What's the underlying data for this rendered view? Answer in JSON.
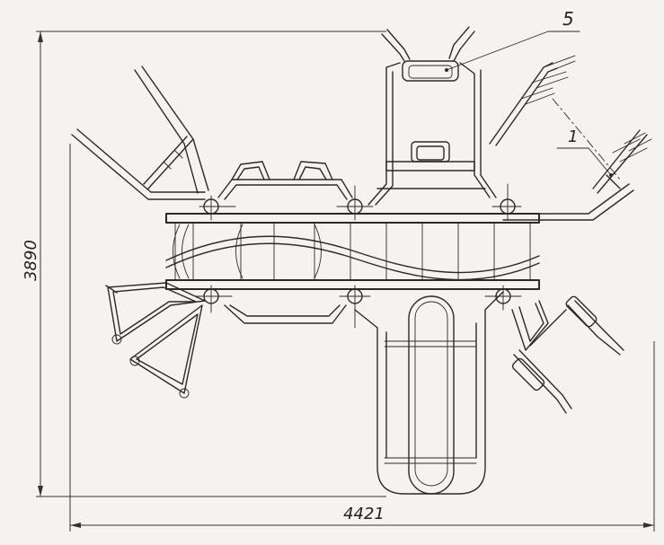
{
  "drawing": {
    "dimensions": {
      "width_label": "4421",
      "height_label": "3890"
    },
    "callouts": [
      {
        "id": "callout-5",
        "label": "5"
      },
      {
        "id": "callout-1",
        "label": "1"
      }
    ]
  }
}
